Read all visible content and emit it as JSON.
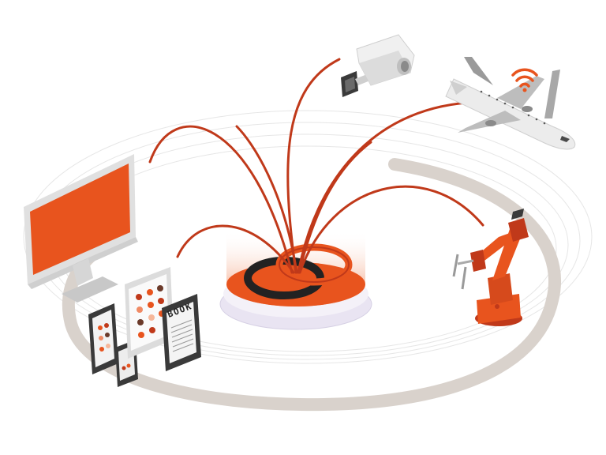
{
  "colors": {
    "accent": "#e8541e",
    "accent_dark": "#c0391a",
    "connector": "#c0391a",
    "track": "#d9d2cc",
    "ring_dark": "#222222",
    "device_gray": "#dcdcdc",
    "device_dark": "#3a3a3a"
  },
  "hub": {
    "icon": "interlocked-rings-icon"
  },
  "devices": [
    {
      "id": "desktop-monitor",
      "icon": "monitor-icon"
    },
    {
      "id": "smartphone",
      "icon": "smartphone-icon"
    },
    {
      "id": "tablet",
      "icon": "tablet-icon"
    },
    {
      "id": "e-reader",
      "icon": "ebook-reader-icon",
      "screen_text": "BOOK"
    },
    {
      "id": "security-camera",
      "icon": "cctv-camera-icon"
    },
    {
      "id": "airplane",
      "icon": "airplane-icon"
    },
    {
      "id": "wifi-signal",
      "icon": "wifi-icon"
    },
    {
      "id": "robot-arm",
      "icon": "industrial-robot-arm-icon"
    }
  ]
}
